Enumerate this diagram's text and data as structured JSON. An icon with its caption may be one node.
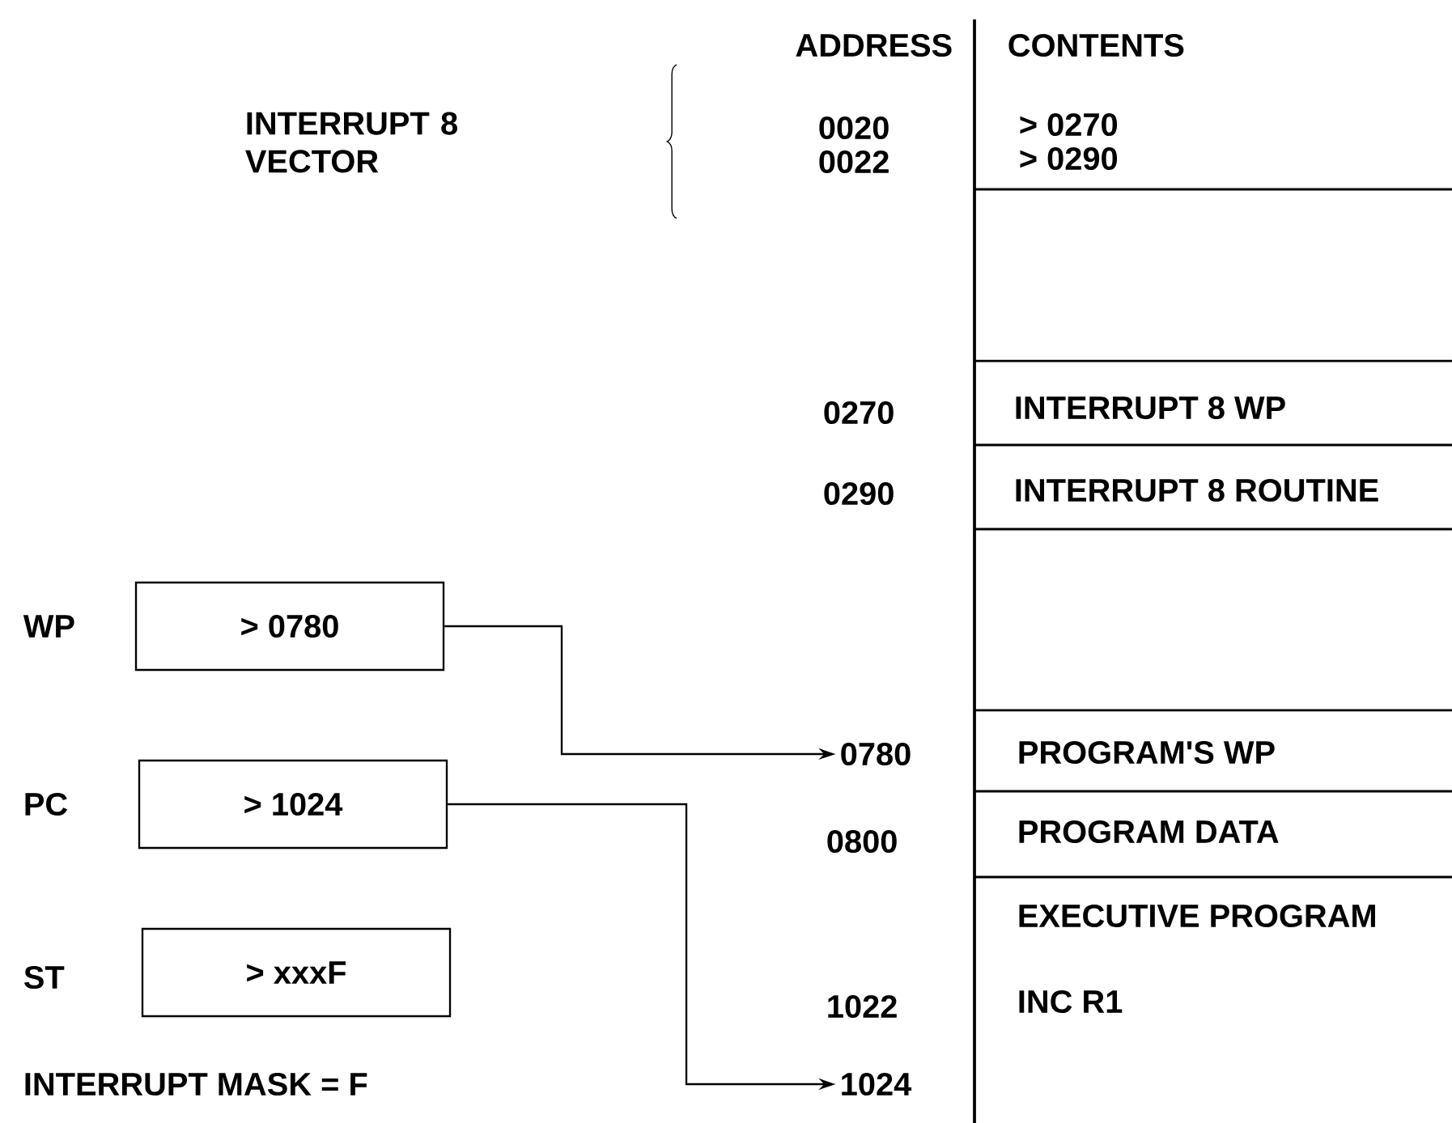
{
  "diagram": {
    "nodes": [
      {
        "text": [
          "> 0780"
        ]
      },
      {
        "text": [
          "> 1024"
        ]
      },
      {
        "text": [
          "> xxxF"
        ]
      },
      {
        "text": [
          "0780"
        ]
      },
      {
        "text": [
          "1024"
        ]
      }
    ],
    "edges": [
      {
        "from": 0,
        "to": 3,
        "arrow": "to"
      },
      {
        "from": 1,
        "to": 4,
        "arrow": "to"
      }
    ],
    "labels": [
      "ADDRESS",
      "CONTENTS",
      "INTERRUPT 8 VECTOR",
      "0020",
      "> 0270",
      "0022",
      "> 0290",
      "0270",
      "INTERRUPT 8 WP",
      "WP",
      "0290",
      "INTERRUPT 8 ROUTINE",
      "PC",
      "PROGRAM'S WP",
      "0800",
      "PROGRAM DATA",
      "ST",
      "EXECUTIVE PROGRAM",
      "1022",
      "INC R1",
      "INTERRUPT MASK = F"
    ]
  }
}
